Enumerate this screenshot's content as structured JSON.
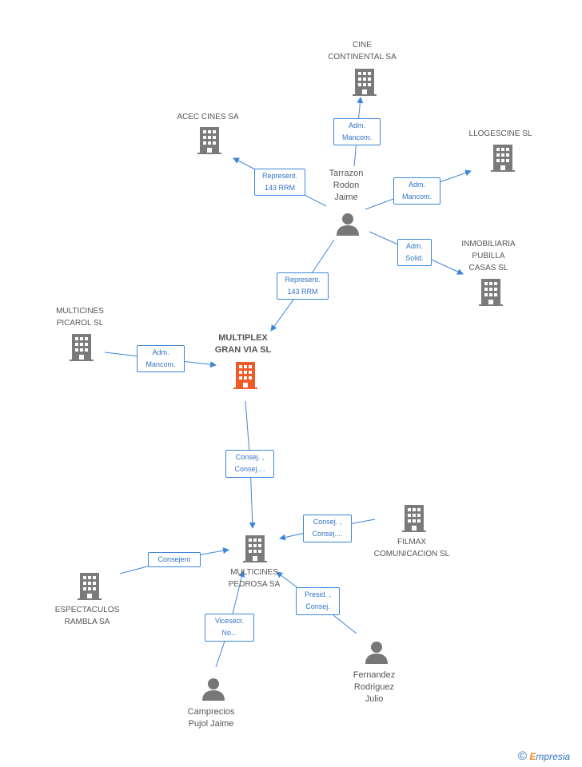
{
  "colors": {
    "edge": "#3a87d8",
    "company_icon": "#7a7a7a",
    "main_company_icon": "#f05a28",
    "person_icon": "#777777",
    "text": "#555555"
  },
  "main_company": {
    "name": "MULTIPLEX\nGRAN VIA SL",
    "icon": "building-icon"
  },
  "companies": {
    "cine_continental": "CINE\nCONTINENTAL SA",
    "acec_cines": "ACEC CINES SA",
    "llogescine": "LLOGESCINE SL",
    "inmobiliaria": "INMOBILIARIA\nPUBILLA\nCASAS  SL",
    "multicines_picarol": "MULTICINES\nPICAROL  SL",
    "multicines_pedrosa": "MULTICINES\nPEDROSA SA",
    "filmax": "FILMAX\nCOMUNICACION SL",
    "espectaculos": "ESPECTACULOS\nRAMBLA SA"
  },
  "people": {
    "tarrazon": "Tarrazon\nRodon\nJaime",
    "fernandez": "Fernandez\nRodriguez\nJulio",
    "camprecios": "Camprecios\nPujol Jaime"
  },
  "edges": {
    "tarrazon_cine": "Adm.\nMancom.",
    "tarrazon_acec": "Represent.\n143 RRM",
    "tarrazon_llogescine": "Adm.\nMancom.",
    "tarrazon_inmobiliaria": "Adm.\nSolid.",
    "tarrazon_multiplex": "Represent.\n143 RRM",
    "picarol_multiplex": "Adm.\nMancom.",
    "multiplex_pedrosa": "Consej. ,\nConsej....",
    "filmax_pedrosa": "Consej. ,\nConsej....",
    "espectaculos_pedrosa": "Consejero",
    "fernandez_pedrosa": "Presid. ,\nConsej.",
    "camprecios_pedrosa": "Vicesecr.\nNo..."
  },
  "footer": {
    "copyright": "©",
    "brand_first": "E",
    "brand_rest": "mpresia"
  }
}
